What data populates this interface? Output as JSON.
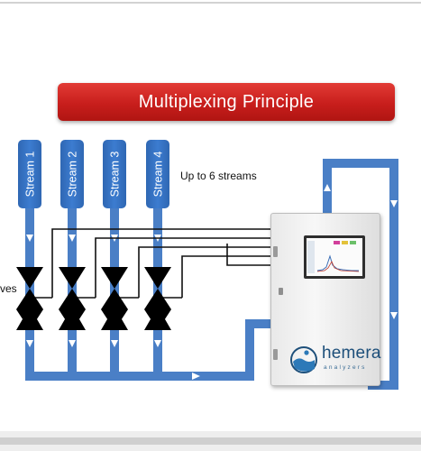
{
  "title": "Multiplexing  Principle",
  "streams": [
    {
      "label": "Stream 1"
    },
    {
      "label": "Stream 2"
    },
    {
      "label": "Stream 3"
    },
    {
      "label": "Stream 4"
    }
  ],
  "note": "Up to 6 streams",
  "valves_label": "ves",
  "analyzer": {
    "brand_name": "hemera",
    "brand_sub": "analyzers"
  },
  "colors": {
    "pipe": "#4a7fc6",
    "banner": "#c81e1c",
    "signal_line": "#111111",
    "valve": "#000000"
  }
}
